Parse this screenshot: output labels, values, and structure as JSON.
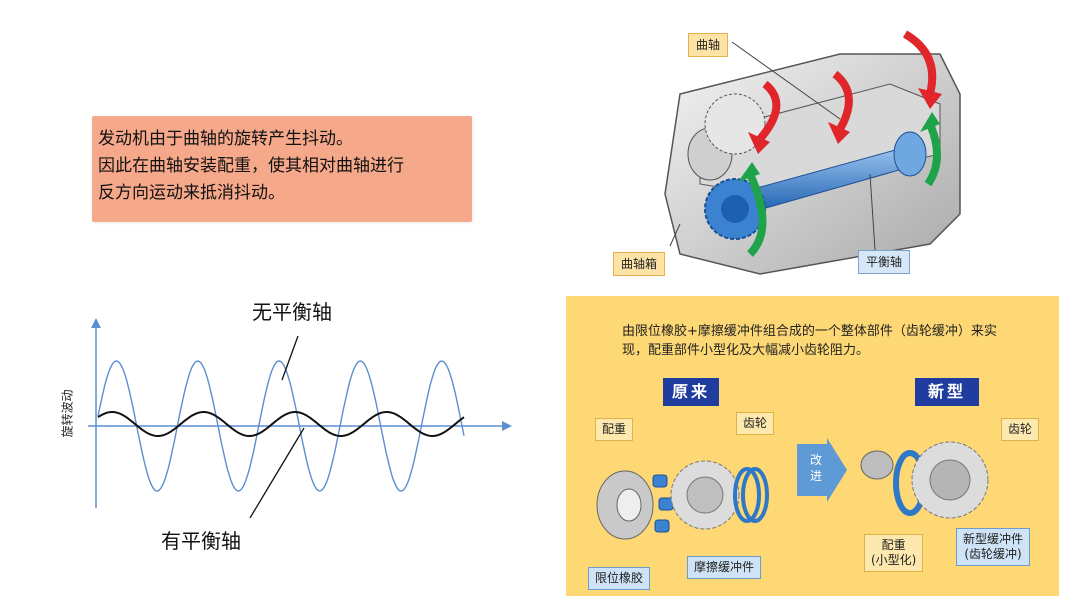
{
  "intro": {
    "lines": [
      "发动机由于曲轴的旋转产生抖动。",
      "因此在曲轴安装配重，使其相对曲轴进行",
      "反方向运动来抵消抖动。"
    ]
  },
  "engine": {
    "crankshaft": "曲轴",
    "crankcase": "曲轴箱",
    "balance_shaft": "平衡轴"
  },
  "wave": {
    "ylabel": "旋转波动",
    "without_label": "无平衡轴",
    "with_label": "有平衡轴"
  },
  "panel": {
    "description": "由限位橡胶+摩擦缓冲件组合成的一个整体部件（齿轮缓冲）来实现，配重部件小型化及大幅减小齿轮阻力。",
    "old_title": "原来",
    "new_title": "新型",
    "arrow_text": "改进",
    "old_parts": {
      "counterweight": "配重",
      "gear": "齿轮",
      "stopper_rubber": "限位橡胶",
      "friction_damper": "摩擦缓冲件"
    },
    "new_parts": {
      "gear": "齿轮",
      "counterweight_line1": "配重",
      "counterweight_line2": "(小型化)",
      "new_damper_line1": "新型缓冲件",
      "new_damper_line2": "(齿轮缓冲)"
    }
  },
  "colors": {
    "intro_bg": "#f5a88a",
    "panel_bg": "#fdd875",
    "title_bg": "#1f3c9e",
    "wave_large": "#5b8fd1",
    "wave_small": "#111111",
    "arrow_red": "#e0252b",
    "arrow_green": "#1fa34a",
    "gear_blue": "#2f77c7"
  }
}
